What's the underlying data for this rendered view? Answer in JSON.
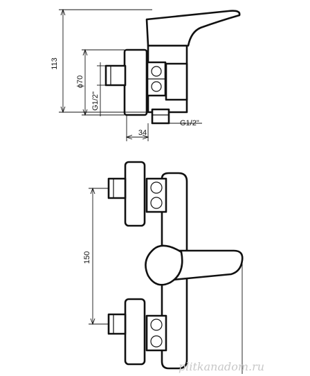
{
  "dimensions": {
    "height_total": "113",
    "diameter": "ϕ70",
    "thread_left": "G1/2\"",
    "thread_bottom": "G1/2\"",
    "width_depth": "34",
    "spacing": "150"
  },
  "watermark": "plitkanadom.ru",
  "colors": {
    "line": "#111111",
    "background": "#ffffff",
    "watermark": "#c8c8c8"
  }
}
